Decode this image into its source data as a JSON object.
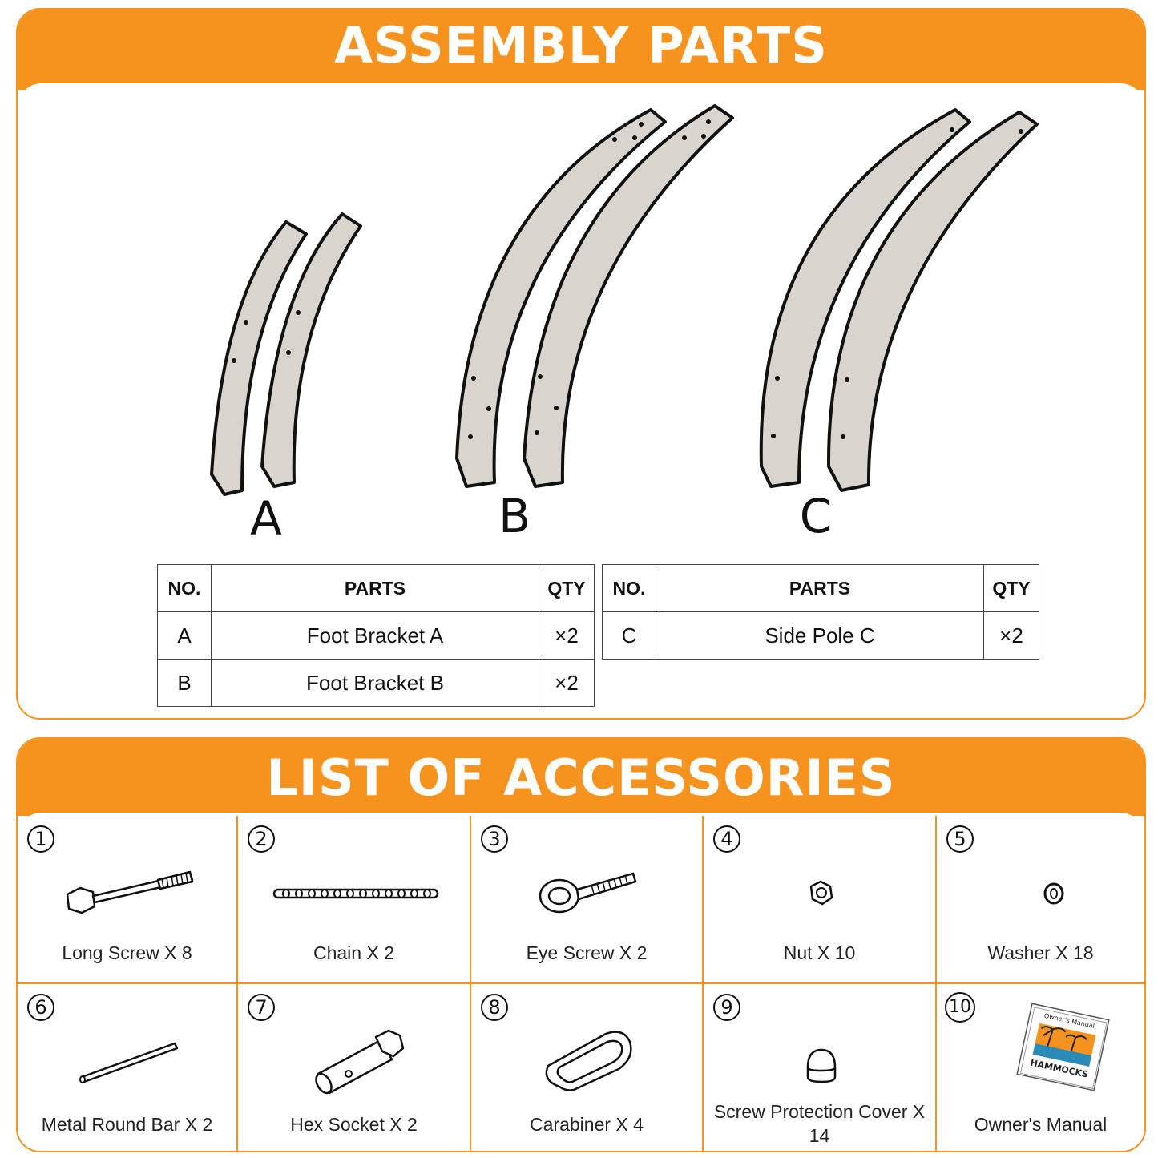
{
  "assembly": {
    "title": "ASSEMBLY PARTS",
    "part_letters": [
      "A",
      "B",
      "C"
    ],
    "table_left": {
      "headers": {
        "no": "NO.",
        "parts": "PARTS",
        "qty": "QTY"
      },
      "rows": [
        {
          "no": "A",
          "part": "Foot Bracket A",
          "qty": "×2"
        },
        {
          "no": "B",
          "part": "Foot Bracket B",
          "qty": "×2"
        }
      ]
    },
    "table_right": {
      "headers": {
        "no": "NO.",
        "parts": "PARTS",
        "qty": "QTY"
      },
      "rows": [
        {
          "no": "C",
          "part": "Side Pole C",
          "qty": "×2"
        }
      ]
    }
  },
  "accessories": {
    "title": "LIST OF ACCESSORIES",
    "items": [
      {
        "num": "1",
        "label": "Long Screw X 8",
        "icon": "long-screw-icon"
      },
      {
        "num": "2",
        "label": "Chain X 2",
        "icon": "chain-icon"
      },
      {
        "num": "3",
        "label": "Eye Screw X 2",
        "icon": "eye-screw-icon"
      },
      {
        "num": "4",
        "label": "Nut X 10",
        "icon": "nut-icon"
      },
      {
        "num": "5",
        "label": "Washer X 18",
        "icon": "washer-icon"
      },
      {
        "num": "6",
        "label": "Metal Round Bar X 2",
        "icon": "metal-bar-icon"
      },
      {
        "num": "7",
        "label": "Hex Socket X 2",
        "icon": "hex-socket-icon"
      },
      {
        "num": "8",
        "label": "Carabiner  X 4",
        "icon": "carabiner-icon"
      },
      {
        "num": "9",
        "label": "Screw Protection Cover X 14",
        "icon": "screw-cover-icon"
      },
      {
        "num": "10",
        "label": "Owner's Manual",
        "icon": "manual-icon"
      }
    ],
    "manual_cover": {
      "heading": "Owner's Manual",
      "brand": "HAMMOCKS"
    }
  },
  "colors": {
    "accent": "#f6921e",
    "wood": "#d9d4ce",
    "outline": "#111111"
  }
}
